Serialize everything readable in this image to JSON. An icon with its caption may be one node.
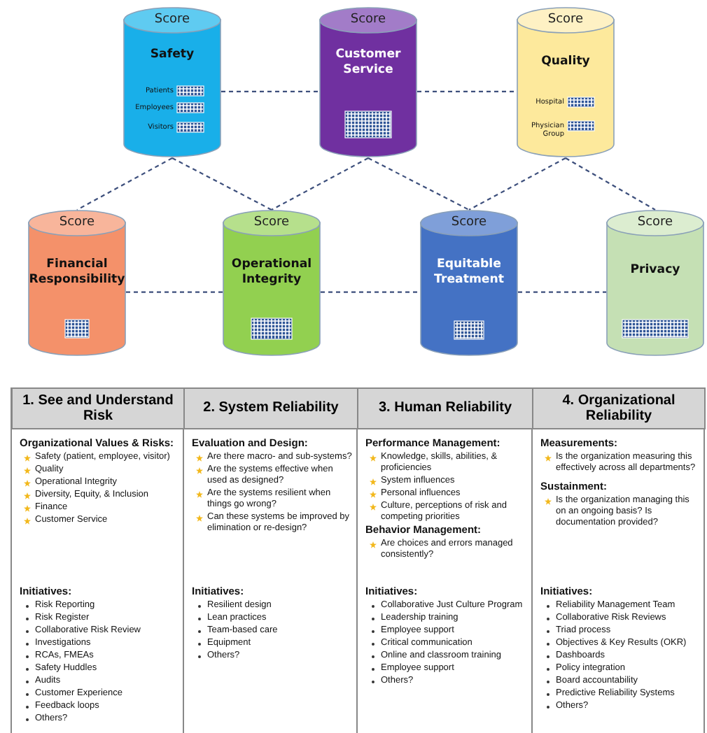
{
  "diagram": {
    "nodes": [
      {
        "text": [
          "Score",
          "Safety",
          "Patients",
          "Employees",
          "Visitors"
        ]
      },
      {
        "text": [
          "Score",
          "Customer Service"
        ]
      },
      {
        "text": [
          "Score",
          "Quality",
          "Hospital",
          "Physician Group"
        ]
      },
      {
        "text": [
          "Score",
          "Financial Responsibility"
        ]
      },
      {
        "text": [
          "Score",
          "Operational Integrity"
        ]
      },
      {
        "text": [
          "Score",
          "Equitable Treatment"
        ]
      },
      {
        "text": [
          "Score",
          "Privacy"
        ]
      },
      {
        "text": [
          "1. See and Understand Risk"
        ]
      },
      {
        "text": [
          "2. System Reliability"
        ]
      },
      {
        "text": [
          "3. Human Reliability"
        ]
      },
      {
        "text": [
          "4. Organizational Reliability"
        ]
      },
      {
        "text": [
          "Organizational Values & Risks:",
          "Safety (patient, employee, visitor)",
          "Quality",
          "Operational Integrity",
          "Diversity, Equity, & Inclusion",
          "Finance",
          "Customer Service"
        ]
      },
      {
        "text": [
          "Initiatives:",
          "Risk Reporting",
          "Risk Register",
          "Collaborative Risk Review",
          "Investigations",
          "RCAs, FMEAs",
          "Safety Huddles",
          "Audits",
          "Customer Experience",
          "Feedback loops",
          "Others?"
        ]
      },
      {
        "text": [
          "Evaluation and Design:",
          "Are there macro- and sub-systems?",
          "Are the systems effective when used as designed?",
          "Are the systems resilient when things go wrong?",
          "Can these systems be improved by elimination or re-design?"
        ]
      },
      {
        "text": [
          "Initiatives:",
          "Resilient design",
          "Lean practices",
          "Team-based care",
          "Equipment",
          "Others?"
        ]
      },
      {
        "text": [
          "Performance Management:",
          "Knowledge, skills, abilities, & proficiencies",
          "System influences",
          "Personal influences",
          "Culture, perceptions of risk and competing priorities"
        ]
      },
      {
        "text": [
          "Behavior Management:",
          "Are choices and errors managed consistently?"
        ]
      },
      {
        "text": [
          "Initiatives:",
          "Collaborative Just Culture Program",
          "Leadership training",
          "Employee support",
          "Critical communication",
          "Online and classroom training",
          "Employee support",
          "Others?"
        ]
      },
      {
        "text": [
          "Measurements:",
          "Is the organization measuring this effectively across all departments?"
        ]
      },
      {
        "text": [
          "Sustainment:",
          "Is the organization managing this on an ongoing basis? Is documentation provided?"
        ]
      },
      {
        "text": [
          "Initiatives:",
          "Reliability Management Team",
          "Collaborative Risk Reviews",
          "Triad process",
          "Objectives & Key Results (OKR)",
          "Dashboards",
          "Policy integration",
          "Board accountability",
          "Predictive Reliability Systems",
          "Others?"
        ]
      }
    ],
    "edges": [
      {
        "from": 0,
        "to": 1,
        "arrow": "none",
        "style": "dashed"
      },
      {
        "from": 1,
        "to": 2,
        "arrow": "none",
        "style": "dashed"
      },
      {
        "from": 0,
        "to": 3,
        "arrow": "none",
        "style": "dashed"
      },
      {
        "from": 0,
        "to": 4,
        "arrow": "none",
        "style": "dashed"
      },
      {
        "from": 1,
        "to": 4,
        "arrow": "none",
        "style": "dashed"
      },
      {
        "from": 1,
        "to": 5,
        "arrow": "none",
        "style": "dashed"
      },
      {
        "from": 2,
        "to": 5,
        "arrow": "none",
        "style": "dashed"
      },
      {
        "from": 2,
        "to": 6,
        "arrow": "none",
        "style": "dashed"
      },
      {
        "from": 3,
        "to": 4,
        "arrow": "none",
        "style": "dashed"
      },
      {
        "from": 4,
        "to": 5,
        "arrow": "none",
        "style": "dashed"
      },
      {
        "from": 5,
        "to": 6,
        "arrow": "none",
        "style": "dashed"
      }
    ]
  }
}
